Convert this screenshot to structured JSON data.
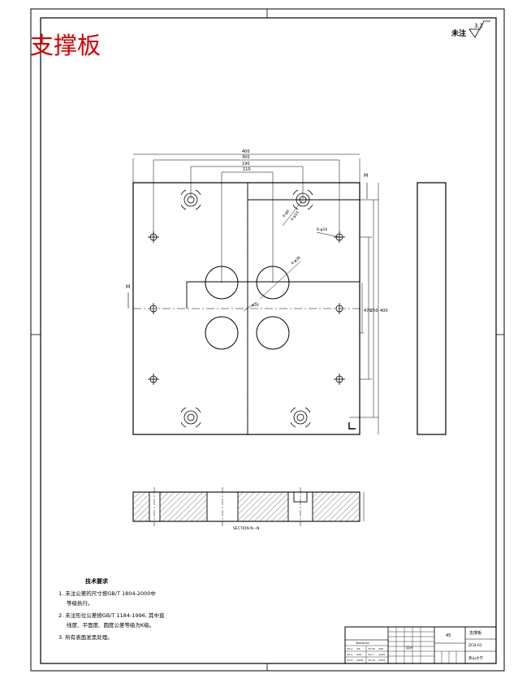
{
  "title": {
    "text": "支撑板",
    "color": "#d40000"
  },
  "surface": {
    "label": "未注",
    "roughness": "3.2"
  },
  "dims": {
    "overall_width": "400",
    "d1": "300",
    "d2": "190",
    "d3": "110",
    "datum_m": "M",
    "hole_a": "4-φ6",
    "hole_b": "4-φ10",
    "hole_c": "6-φ16",
    "hole_d": "4-φ28",
    "hole_e": "φ20",
    "side_a": "470",
    "side_b": "250",
    "right_h": "400"
  },
  "section": {
    "label": "SECTION N—N"
  },
  "notes": {
    "heading": "技术要求",
    "line1": "1. 未注公差的尺寸按GB/T 1804-2000中",
    "line1b": "等级执行。",
    "line2": "2. 未注形位公差按GB/T 1184-1996, 其中直",
    "line2b": "线度、平面度、圆度公差等级为K级。",
    "line3": "3. 所有表面发黑处理。"
  },
  "titleblock": {
    "part_name": "支撑板",
    "material": "45",
    "school": "燕山大学",
    "drawing_no": "ZCB-01",
    "sign": "设计"
  },
  "tolerance_table": {
    "header": "Tolerance",
    "rows": [
      [
        "±0.1",
        "≤6",
        "±0.05",
        "≤30"
      ],
      [
        "±0.2",
        "≤30",
        "±0.1",
        "≤120"
      ],
      [
        "±0.3",
        "≤120",
        "±0.15",
        "≤315"
      ]
    ]
  }
}
